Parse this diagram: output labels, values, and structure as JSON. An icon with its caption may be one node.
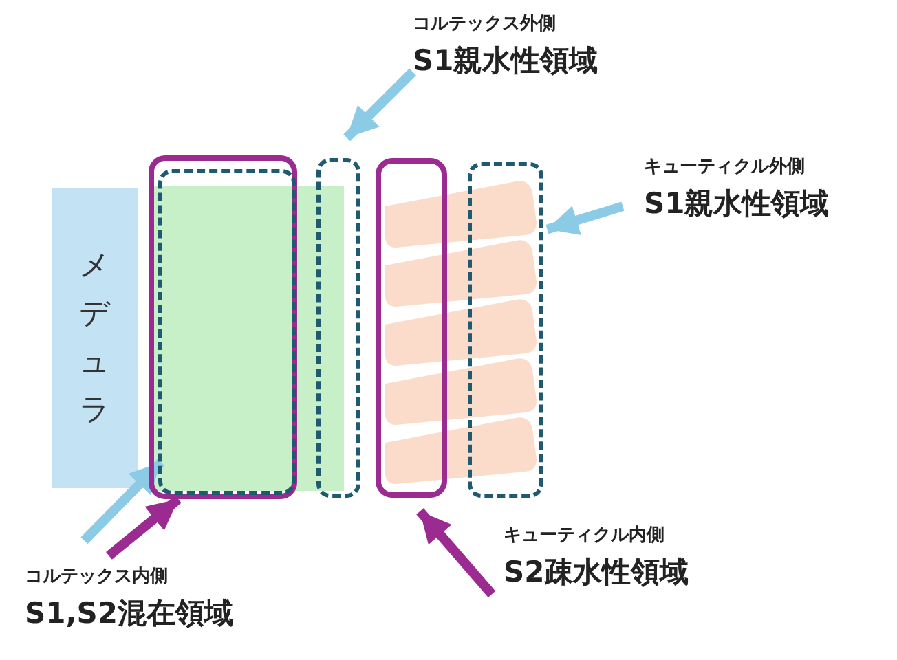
{
  "diagram": {
    "nodes": [
      {
        "text": [
          "コルテックス外側",
          "S1親水性領域"
        ]
      },
      {
        "text": [
          "キューティクル外側",
          "S1親水性領域"
        ]
      },
      {
        "text": [
          "メデュラ"
        ]
      },
      {
        "text": [],
        "shape": "box"
      },
      {
        "text": [],
        "shape": "box"
      },
      {
        "text": [],
        "shape": "box",
        "in": 4
      },
      {
        "text": [],
        "shape": "box"
      },
      {
        "text": [],
        "shape": "box"
      },
      {
        "text": [],
        "shape": "box"
      },
      {
        "text": [
          "コルテックス内側",
          "S1,S2混在領域"
        ]
      },
      {
        "text": [
          "キューティクル内側",
          "S2疎水性領域"
        ]
      }
    ],
    "edges": [
      {
        "from": 0,
        "to": 6,
        "arrow": "to"
      },
      {
        "from": 1,
        "to": 8,
        "arrow": "to"
      },
      {
        "from": 9,
        "to": 5,
        "arrow": "to"
      },
      {
        "from": 9,
        "to": 4,
        "arrow": "to",
        "color": "#9b2a91"
      },
      {
        "from": 10,
        "to": 7,
        "arrow": "to",
        "color": "#9b2a91"
      }
    ]
  }
}
